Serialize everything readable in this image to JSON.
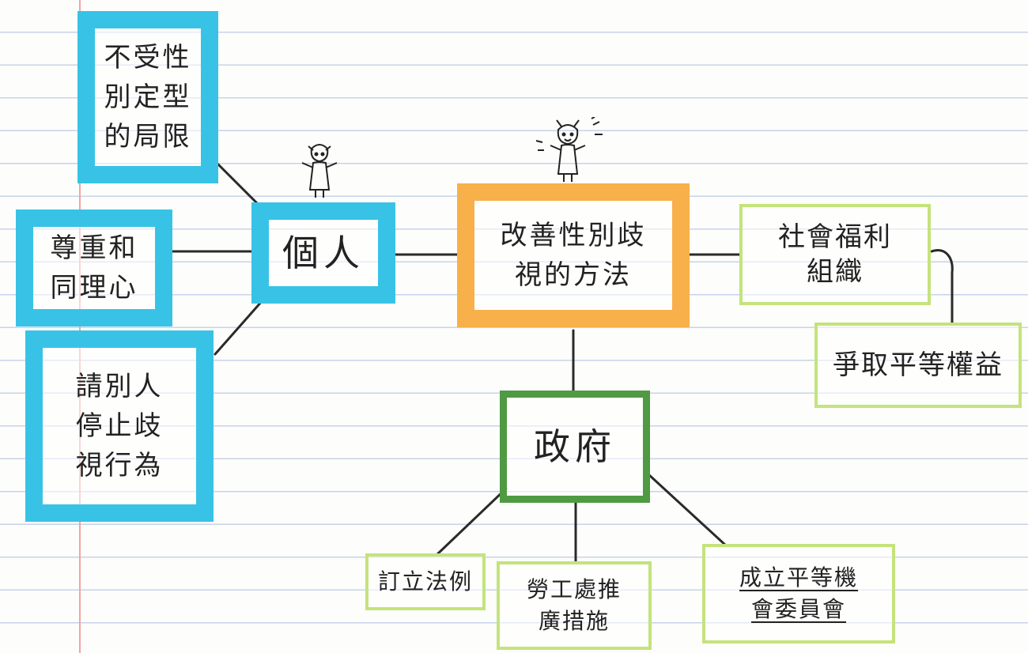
{
  "center": {
    "label": "改善性別歧\n視的方法"
  },
  "individual": {
    "label": "個人",
    "children": [
      {
        "id": "not-limited",
        "label": "不受性\n別定型\n的局限"
      },
      {
        "id": "respect",
        "label": "尊重和\n同理心"
      },
      {
        "id": "stop-discrimination",
        "label": "請別人\n停止歧\n視行為"
      }
    ]
  },
  "welfare": {
    "label": "社會福利\n組織",
    "child": {
      "label": "爭取平等權益"
    }
  },
  "government": {
    "label": "政府",
    "children": [
      {
        "id": "legislate",
        "label": "訂立法例"
      },
      {
        "id": "labour",
        "label": "勞工處推\n廣措施"
      },
      {
        "id": "commission",
        "label": "成立平等機\n會委員會"
      }
    ]
  },
  "colors": {
    "cyan": "#38c3e6",
    "orange": "#f7b04a",
    "green": "#4f9a43",
    "lime": "#c4e37c"
  }
}
